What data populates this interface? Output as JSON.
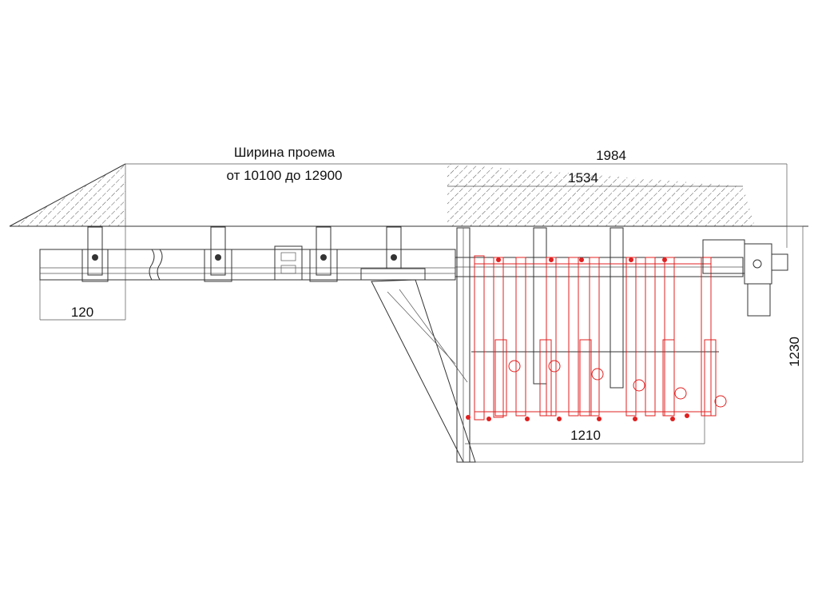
{
  "opening": {
    "title_line1": "Ширина проема",
    "title_line2": "от 10100 до 12900"
  },
  "dimensions": {
    "total_length": "1984",
    "stack_length": "1534",
    "pillar_width": "120",
    "height": "1230",
    "stack_depth": "1210"
  },
  "colors": {
    "line": "#333333",
    "hatch": "#444444",
    "panel": "#e02020"
  }
}
